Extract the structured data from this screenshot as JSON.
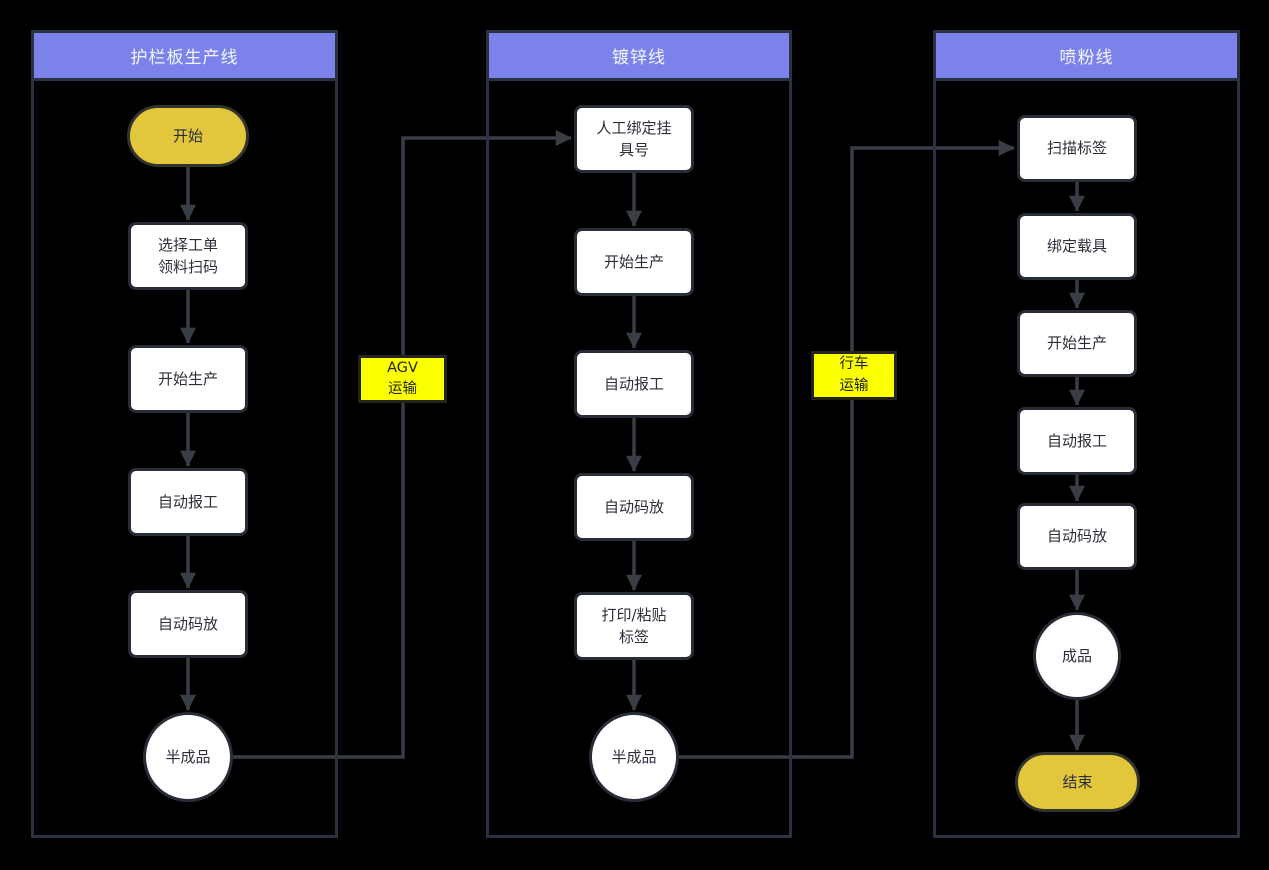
{
  "lanes": [
    {
      "title": "护栏板生产线",
      "nodes": [
        {
          "id": "start",
          "shape": "stadium",
          "label": "开始"
        },
        {
          "id": "select-workorder-scan",
          "shape": "box",
          "label": "选择工单\n领料扫码"
        },
        {
          "id": "start-production-1",
          "shape": "box",
          "label": "开始生产"
        },
        {
          "id": "auto-report-1",
          "shape": "box",
          "label": "自动报工"
        },
        {
          "id": "auto-stack-1",
          "shape": "box",
          "label": "自动码放"
        },
        {
          "id": "semi-finished-1",
          "shape": "circle",
          "label": "半成品"
        }
      ]
    },
    {
      "title": "镀锌线",
      "nodes": [
        {
          "id": "bind-hanger-number",
          "shape": "box",
          "label": "人工绑定挂\n具号"
        },
        {
          "id": "start-production-2",
          "shape": "box",
          "label": "开始生产"
        },
        {
          "id": "auto-report-2",
          "shape": "box",
          "label": "自动报工"
        },
        {
          "id": "auto-stack-2",
          "shape": "box",
          "label": "自动码放"
        },
        {
          "id": "print-paste-label",
          "shape": "box",
          "label": "打印/粘贴\n标签"
        },
        {
          "id": "semi-finished-2",
          "shape": "circle",
          "label": "半成品"
        }
      ]
    },
    {
      "title": "喷粉线",
      "nodes": [
        {
          "id": "scan-label",
          "shape": "box",
          "label": "扫描标签"
        },
        {
          "id": "bind-carrier",
          "shape": "box",
          "label": "绑定载具"
        },
        {
          "id": "start-production-3",
          "shape": "box",
          "label": "开始生产"
        },
        {
          "id": "auto-report-3",
          "shape": "box",
          "label": "自动报工"
        },
        {
          "id": "auto-stack-3",
          "shape": "box",
          "label": "自动码放"
        },
        {
          "id": "finished-product",
          "shape": "circle",
          "label": "成品"
        },
        {
          "id": "end",
          "shape": "stadium",
          "label": "结束"
        }
      ]
    }
  ],
  "connectors": [
    {
      "id": "agv-transport",
      "label": "AGV\n运输",
      "from": "semi-finished-1",
      "to": "bind-hanger-number"
    },
    {
      "id": "crane-transport",
      "label": "行车\n运输",
      "from": "semi-finished-2",
      "to": "scan-label"
    }
  ],
  "colors": {
    "background": "#000000",
    "lane_border": "#2a3140",
    "lane_header_fill": "#7b83ea",
    "lane_header_text": "#f4f5f9",
    "node_fill": "#ffffff",
    "node_border": "#272c37",
    "node_text": "#2b2f3a",
    "terminal_fill": "#e2c73d",
    "terminal_border": "#32332c",
    "connector_label_fill": "#fbff00",
    "connector_label_border": "#23241a",
    "connector_label_text": "#20242b",
    "line": "#383d46"
  }
}
